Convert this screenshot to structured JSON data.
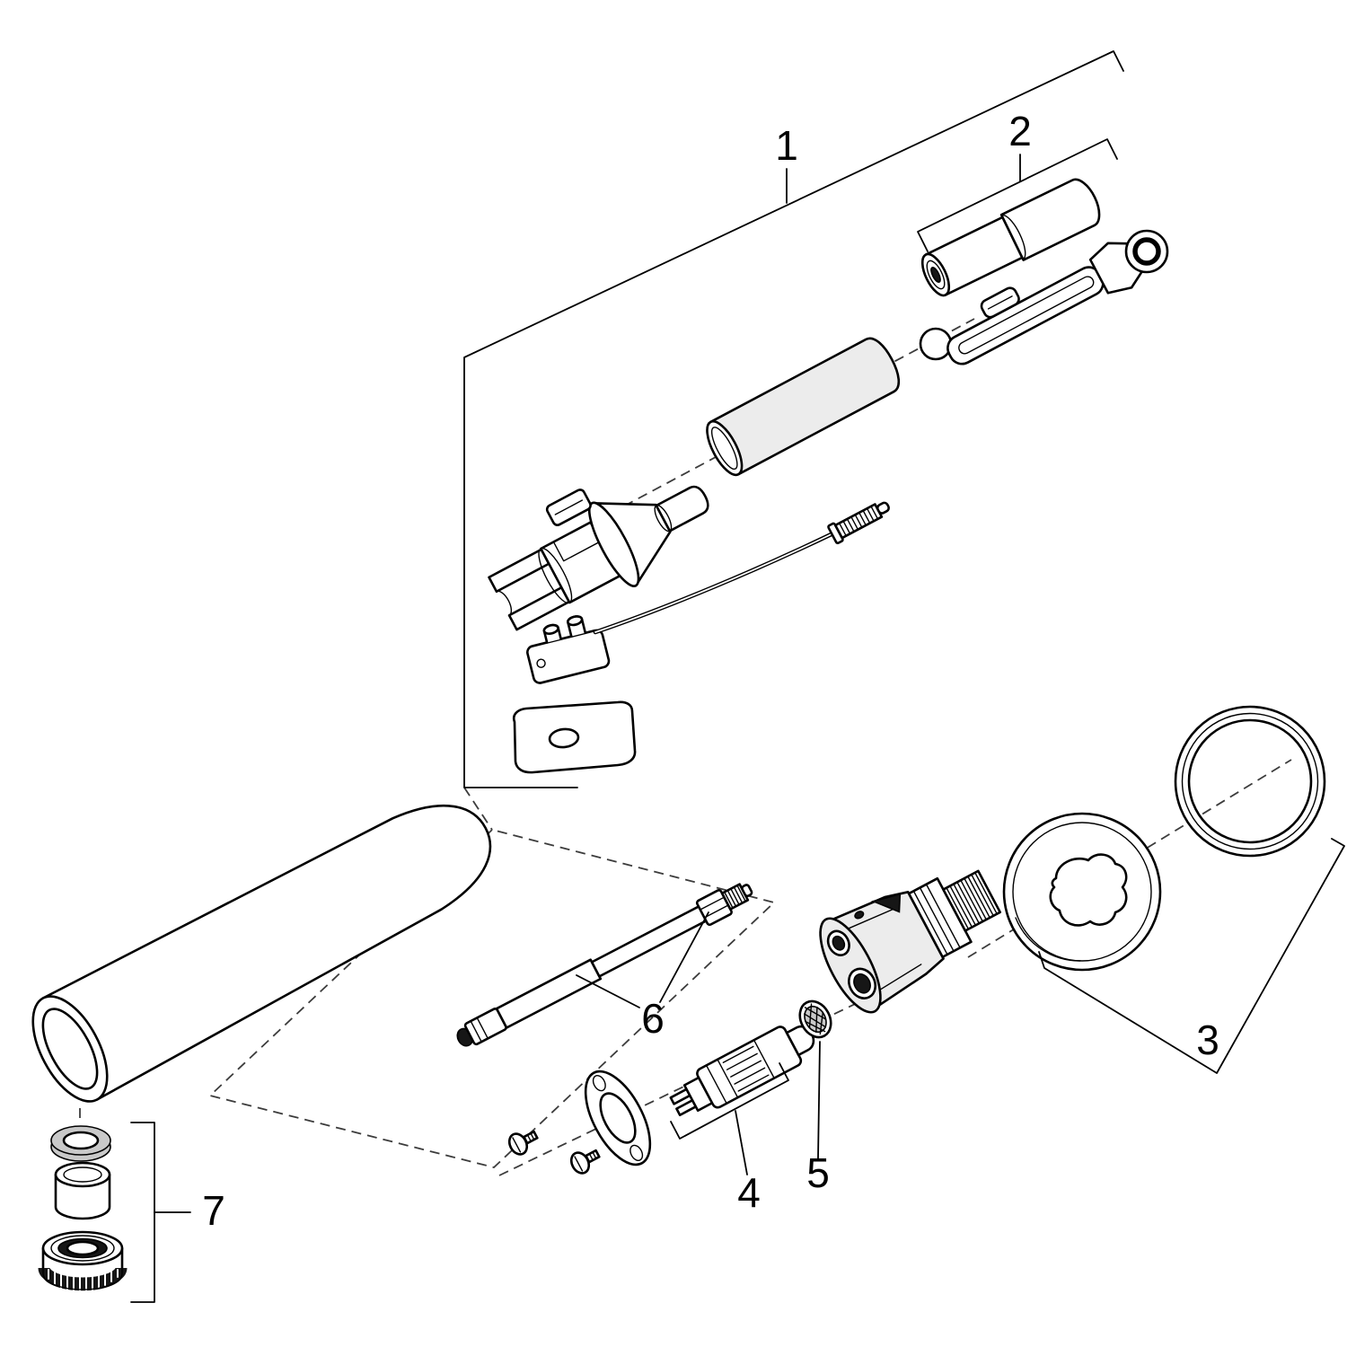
{
  "diagram": {
    "type": "exploded-view-parts-diagram",
    "colors": {
      "paper": "#ffffff",
      "line": "#000000",
      "light": "#ececec",
      "mid": "#c9c9c9",
      "dark": "#161616",
      "dashc": "#3c3c3c"
    },
    "callouts": [
      {
        "id": "1",
        "label": "1"
      },
      {
        "id": "2",
        "label": "2"
      },
      {
        "id": "3",
        "label": "3"
      },
      {
        "id": "4",
        "label": "4"
      },
      {
        "id": "5",
        "label": "5"
      },
      {
        "id": "6",
        "label": "6"
      },
      {
        "id": "7",
        "label": "7"
      }
    ]
  }
}
